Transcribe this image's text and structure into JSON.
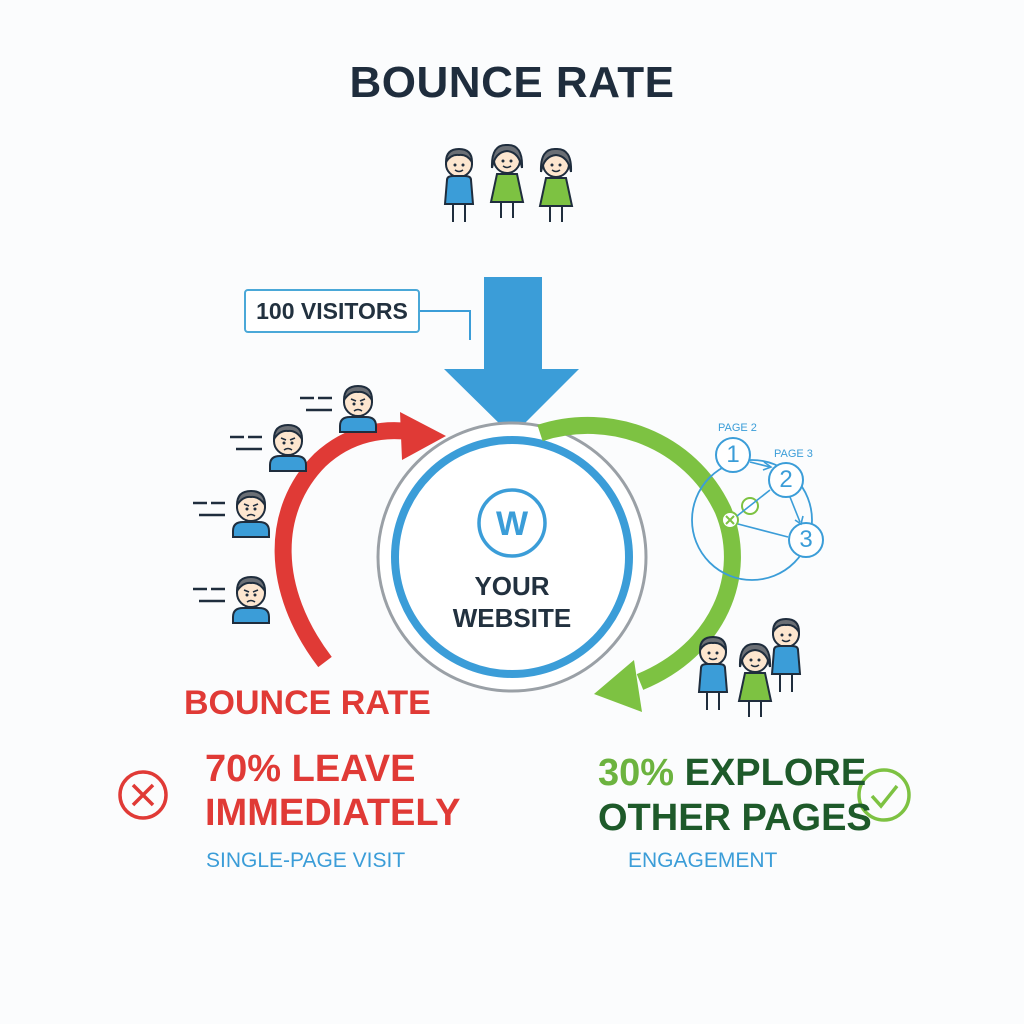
{
  "title": "BOUNCE RATE",
  "visitors_label": "100 VISITORS",
  "website": {
    "line1": "YOUR",
    "line2": "WEBSITE",
    "logo_letter": "W"
  },
  "bounce": {
    "label": "BOUNCE RATE",
    "line1": "70% LEAVE",
    "line2": "IMMEDIATELY",
    "sub": "SINGLE-PAGE VISIT",
    "color": "#e03a36"
  },
  "explore": {
    "pct": "30%",
    "line1_rest": " EXPLORE",
    "line2": "OTHER PAGES",
    "sub": "ENGAGEMENT",
    "color": "#6cb33f"
  },
  "pages": {
    "page2": "PAGE 2",
    "page3": "PAGE 3",
    "n1": "1",
    "n2": "2",
    "n3": "3"
  },
  "colors": {
    "blue": "#3b9dd8",
    "red": "#e03a36",
    "green": "#7dc242",
    "dark": "#1f2d3d"
  },
  "icons": [
    "person-icon",
    "arrow-down-icon",
    "website-logo-icon",
    "cross-circle-icon",
    "check-circle-icon",
    "page-node-icon"
  ]
}
